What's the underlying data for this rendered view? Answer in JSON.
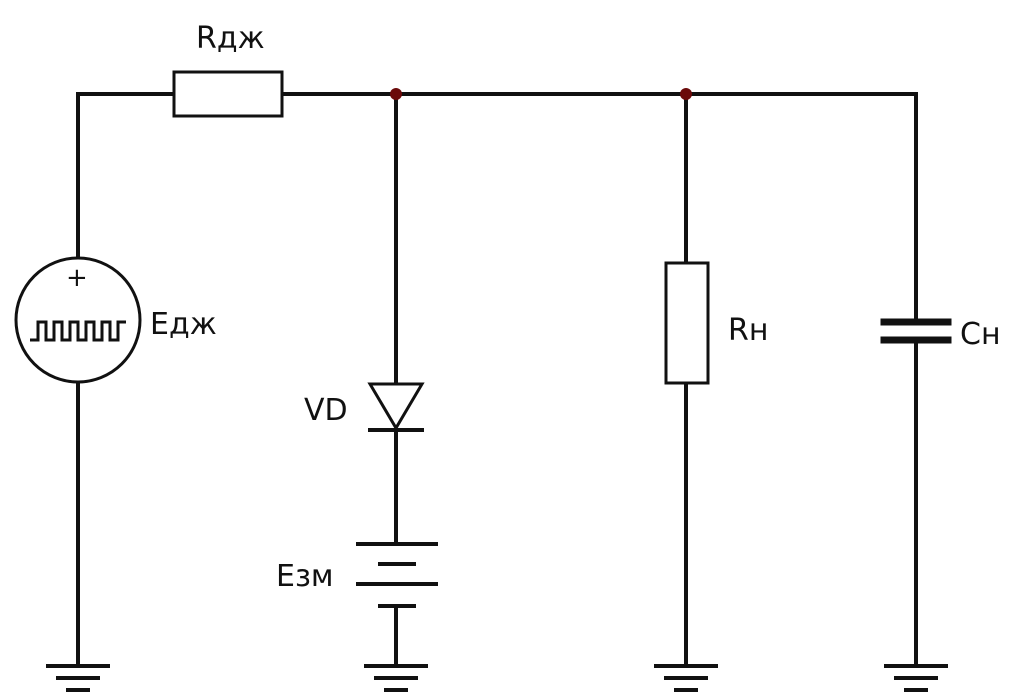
{
  "components": {
    "source_resistor": {
      "label": "Rдж"
    },
    "source": {
      "label": "Eдж",
      "polarity": "+"
    },
    "diode": {
      "label": "VD"
    },
    "bias_battery": {
      "label": "Eзм"
    },
    "load_resistor": {
      "label": "Rн"
    },
    "load_capacitor": {
      "label": "Cн"
    }
  },
  "colors": {
    "wire": "#111111",
    "junction": "#6b0a0a",
    "background": "#ffffff"
  }
}
